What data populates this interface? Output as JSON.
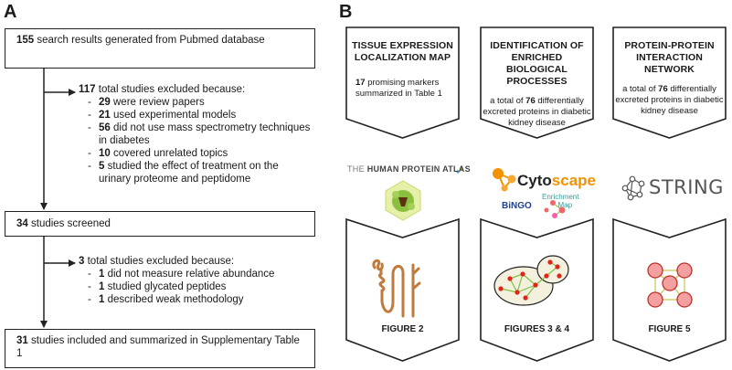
{
  "panel_a": {
    "letter": "A",
    "box1": {
      "num": "155",
      "text": "search results generated from Pubmed database"
    },
    "excl1": {
      "num": "117",
      "text": "total studies excluded because:",
      "items": [
        {
          "num": "29",
          "text": "were review papers"
        },
        {
          "num": "21",
          "text": "used experimental models"
        },
        {
          "num": "56",
          "text": "did not use mass spectrometry techniques in diabetes"
        },
        {
          "num": "10",
          "text": "covered unrelated topics"
        },
        {
          "num": "5",
          "text": "studied the effect of treatment on the urinary proteome and peptidome"
        }
      ]
    },
    "box2": {
      "num": "34",
      "text": "studies screened"
    },
    "excl2": {
      "num": "3",
      "text": "total studies excluded because:",
      "items": [
        {
          "num": "1",
          "text": "did not measure relative abundance"
        },
        {
          "num": "1",
          "text": "studied glycated peptides"
        },
        {
          "num": "1",
          "text": "described weak methodology"
        }
      ]
    },
    "box3": {
      "num": "31",
      "text": "studies included and summarized in Supplementary Table 1"
    }
  },
  "panel_b": {
    "letter": "B",
    "columns": [
      {
        "title_line1": "TISSUE EXPRESSION",
        "title_line2": "LOCALIZATION MAP",
        "title_line3": "",
        "num": "17",
        "sub_pre": "",
        "sub_post": "promising markers summarized in Table 1",
        "logo_text_light": "THE ",
        "logo_text_bold": "HUMAN PROTEIN ATLAS",
        "figure": "FIGURE 2"
      },
      {
        "title_line1": "IDENTIFICATION OF",
        "title_line2": "ENRICHED BIOLOGICAL",
        "title_line3": "PROCESSES",
        "num": "76",
        "sub_pre": "a total of",
        "sub_post": "differentially excreted proteins in diabetic kidney disease",
        "logo_cyto_a": "Cyto",
        "logo_cyto_b": "scape",
        "logo_bingo": "BiNGO",
        "logo_enrich": "Enrichment",
        "logo_map": "Map",
        "figure": "FIGURES 3 & 4"
      },
      {
        "title_line1": "PROTEIN-PROTEIN",
        "title_line2": "INTERACTION",
        "title_line3": "NETWORK",
        "num": "76",
        "sub_pre": "a total of",
        "sub_post": "differentially excreted proteins in diabetic kidney disease",
        "logo_string": "STRING",
        "figure": "FIGURE 5"
      }
    ]
  },
  "colors": {
    "line": "#222222",
    "cyto_orange": "#f39200",
    "string_gray": "#555555",
    "red_node": "#e2231a",
    "pink_node": "#f2a0a0"
  }
}
